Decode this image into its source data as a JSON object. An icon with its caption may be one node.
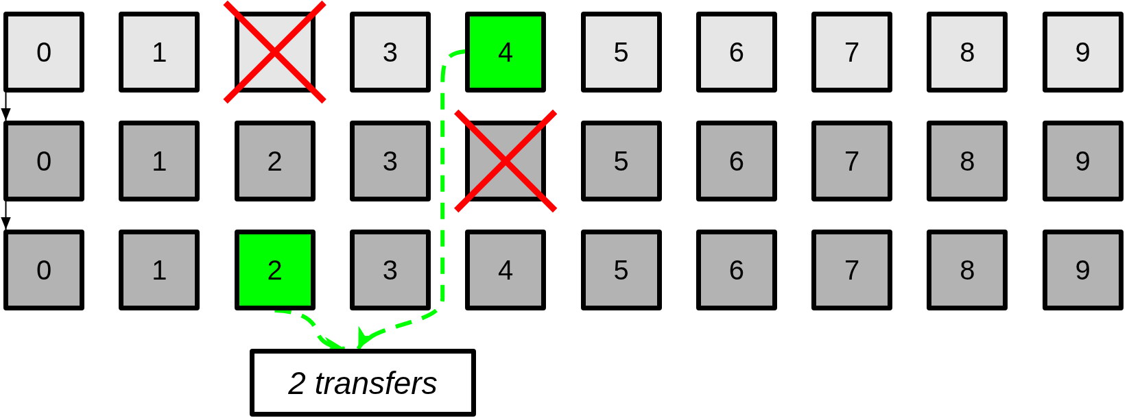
{
  "diagram": {
    "nodes": [
      {
        "text": [
          "0"
        ]
      },
      {
        "text": [
          "1"
        ]
      },
      {
        "text": [],
        "shape": "box"
      },
      {
        "text": [
          "3"
        ]
      },
      {
        "text": [
          "4"
        ]
      },
      {
        "text": [
          "5"
        ]
      },
      {
        "text": [
          "6"
        ]
      },
      {
        "text": [
          "7"
        ]
      },
      {
        "text": [
          "8"
        ]
      },
      {
        "text": [
          "9"
        ]
      },
      {
        "text": [
          "0"
        ]
      },
      {
        "text": [
          "1"
        ]
      },
      {
        "text": [
          "2"
        ]
      },
      {
        "text": [
          "3"
        ]
      },
      {
        "text": [],
        "shape": "box"
      },
      {
        "text": [
          "5"
        ]
      },
      {
        "text": [
          "6"
        ]
      },
      {
        "text": [
          "7"
        ]
      },
      {
        "text": [
          "8"
        ]
      },
      {
        "text": [
          "9"
        ]
      },
      {
        "text": [
          "0"
        ]
      },
      {
        "text": [
          "1"
        ]
      },
      {
        "text": [
          "2"
        ]
      },
      {
        "text": [
          "3"
        ]
      },
      {
        "text": [
          "4"
        ]
      },
      {
        "text": [
          "5"
        ]
      },
      {
        "text": [
          "6"
        ]
      },
      {
        "text": [
          "7"
        ]
      },
      {
        "text": [
          "8"
        ]
      },
      {
        "text": [
          "9"
        ]
      },
      {
        "text": [
          "2 transfers"
        ]
      }
    ],
    "edges": [
      {
        "from": 0,
        "to": 10,
        "arrow": "to"
      },
      {
        "from": 10,
        "to": 20,
        "arrow": "to"
      },
      {
        "from": 4,
        "to": 30,
        "arrow": "to",
        "style": "dashed",
        "color": "#00ff00"
      },
      {
        "from": 22,
        "to": 30,
        "arrow": "to",
        "style": "dashed",
        "color": "#00ff00"
      }
    ]
  }
}
